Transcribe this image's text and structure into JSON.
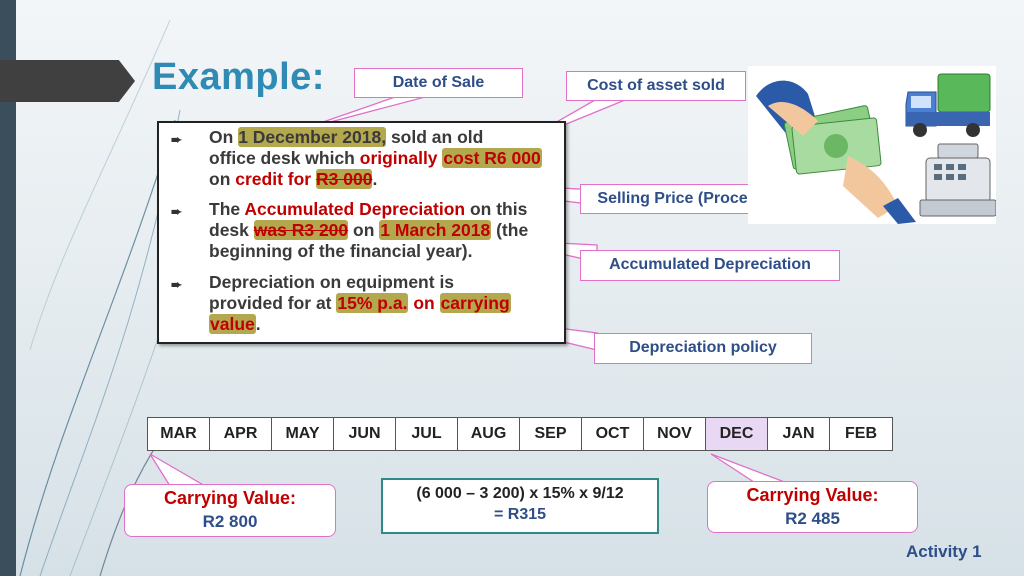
{
  "slide": {
    "title": "Example:",
    "activity": "Activity 1"
  },
  "callouts": {
    "date_of_sale": "Date of Sale",
    "cost_of_asset_sold": "Cost of asset sold",
    "selling_price": "Selling Price (Proceeds)",
    "accumulated_depreciation": "Accumulated Depreciation",
    "depreciation_policy": "Depreciation policy"
  },
  "bullets": {
    "b1": {
      "on": "On",
      "date": "1 December 2018,",
      "t1": "sold an old",
      "t2": "office desk which",
      "originally": "originally",
      "cost": "cost R6 000",
      "on2": "on",
      "credit": "credit for",
      "price": "R3 000",
      "end": "."
    },
    "b2": {
      "the": "The",
      "acc": "Accumulated Depreciation",
      "t1": "on this",
      "desk": "desk",
      "was": "was R3 200",
      "on": "on",
      "date": "1 March 2018",
      "t2": "(the",
      "t3": "beginning of the financial year)."
    },
    "b3": {
      "t1": "Depreciation on equipment is",
      "t2": "provided for at",
      "rate": "15% p.a.",
      "on": "on",
      "carrying": "carrying",
      "value": "value",
      "end": "."
    }
  },
  "months": [
    "MAR",
    "APR",
    "MAY",
    "JUN",
    "JUL",
    "AUG",
    "SEP",
    "OCT",
    "NOV",
    "DEC",
    "JAN",
    "FEB"
  ],
  "carrying_left": {
    "label": "Carrying Value:",
    "value": "R2 800"
  },
  "carrying_right": {
    "label": "Carrying Value:",
    "value": "R2 485"
  },
  "calc": {
    "formula": "(6 000 – 3 200) x 15% x 9/12",
    "result": "= R315"
  },
  "colors": {
    "title": "#2f8bb3",
    "accent_red": "#c00000",
    "callout_border": "#e070c8",
    "highlight": "#b4a84f"
  },
  "illustration": {
    "icons": [
      "money-hand-icon",
      "delivery-truck-icon",
      "cash-register-icon"
    ]
  }
}
